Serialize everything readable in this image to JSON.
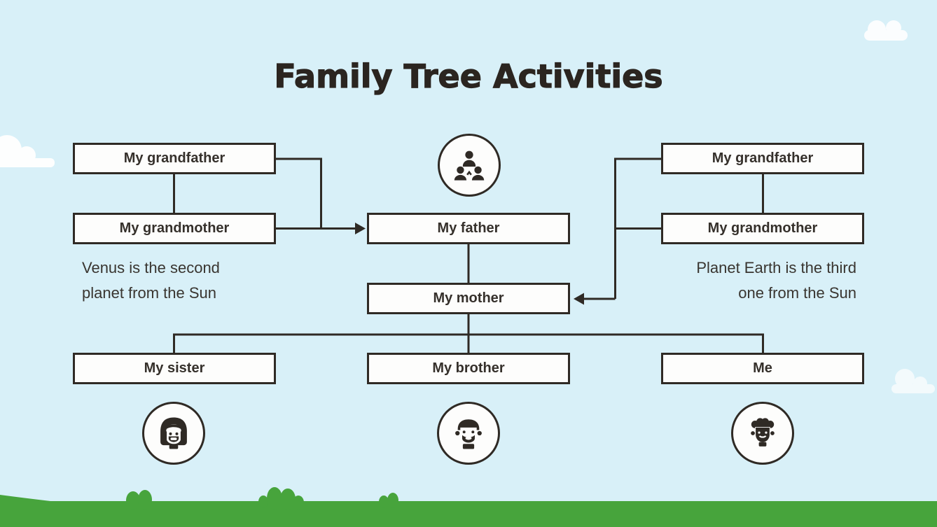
{
  "slide": {
    "title": "Family Tree Activities"
  },
  "nodes": {
    "left_grandfather": {
      "label": "My grandfather"
    },
    "left_grandmother": {
      "label": "My grandmother"
    },
    "father": {
      "label": "My father"
    },
    "mother": {
      "label": "My mother"
    },
    "right_grandfather": {
      "label": "My grandfather"
    },
    "right_grandmother": {
      "label": "My grandmother"
    },
    "sister": {
      "label": "My sister"
    },
    "brother": {
      "label": "My brother"
    },
    "me": {
      "label": "Me"
    }
  },
  "captions": {
    "left": {
      "line1": "Venus is the second",
      "line2": "planet from the Sun"
    },
    "right": {
      "line1": "Planet Earth is the third",
      "line2": "one from the Sun"
    }
  },
  "icons": {
    "top_center": "family-tree-icon",
    "under_sister": "girl-face-icon",
    "under_brother": "boy-face-icon",
    "under_me": "child-face-icon",
    "decor": [
      "cloud-icon-left",
      "cloud-icon-top-right",
      "cloud-icon-bottom-right",
      "grass-graphic"
    ]
  },
  "colors": {
    "background": "#d8f0f8",
    "ink": "#2f2a25",
    "box_fill": "#fdfdfc",
    "grass": "#47a43c",
    "cloud": "#ffffff"
  }
}
